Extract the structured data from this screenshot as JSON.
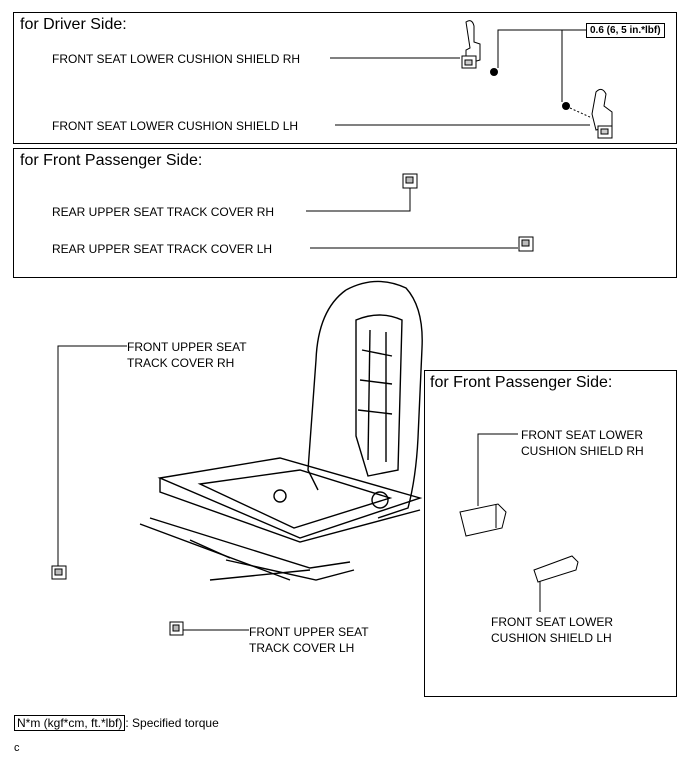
{
  "panels": {
    "driver": {
      "title": "for Driver Side:",
      "label_rh": "FRONT SEAT LOWER CUSHION SHIELD RH",
      "label_lh": "FRONT SEAT LOWER CUSHION SHIELD LH",
      "torque": "0.6 (6, 5 in.*lbf)"
    },
    "passenger_track": {
      "title": "for Front Passenger Side:",
      "label_rh": "REAR UPPER SEAT TRACK COVER RH",
      "label_lh": "REAR UPPER SEAT TRACK COVER LH"
    },
    "passenger_shield": {
      "title": "for Front Passenger Side:",
      "label_rh_line1": "FRONT SEAT LOWER",
      "label_rh_line2": "CUSHION SHIELD RH",
      "label_lh_line1": "FRONT SEAT LOWER",
      "label_lh_line2": "CUSHION SHIELD LH"
    }
  },
  "main": {
    "front_rh_line1": "FRONT UPPER SEAT",
    "front_rh_line2": "TRACK COVER RH",
    "front_lh_line1": "FRONT UPPER SEAT",
    "front_lh_line2": "TRACK COVER LH"
  },
  "legend": {
    "unit": "N*m (kgf*cm, ft.*lbf)",
    "text": ": Specified torque"
  },
  "code": "c"
}
